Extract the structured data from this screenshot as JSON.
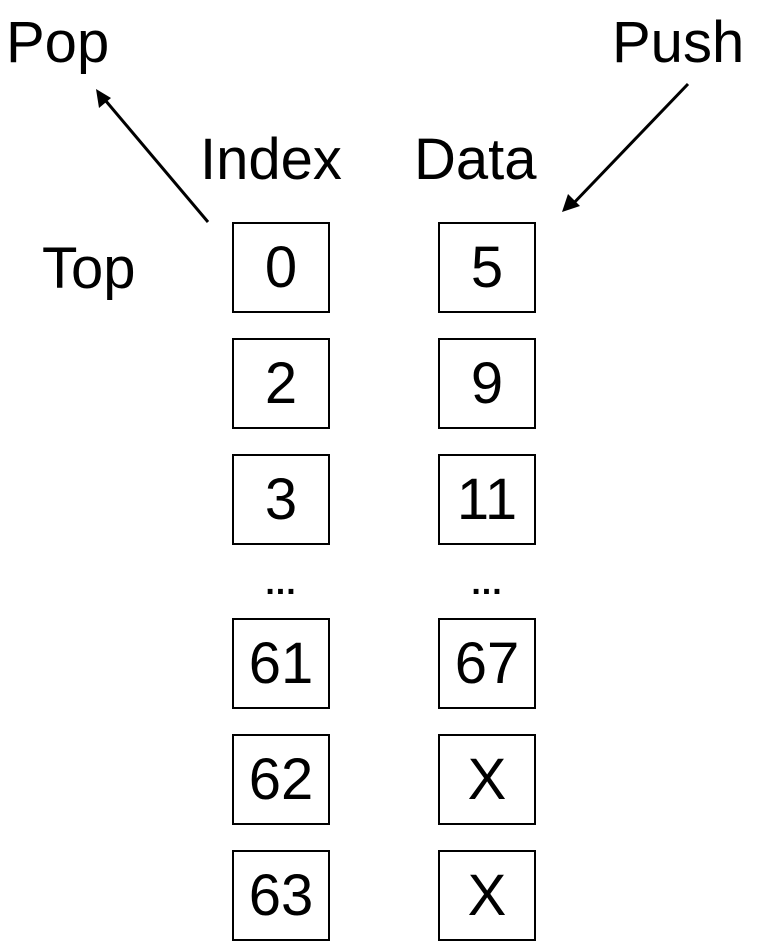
{
  "labels": {
    "pop": "Pop",
    "push": "Push",
    "index_header": "Index",
    "data_header": "Data",
    "top": "Top"
  },
  "ellipsis": "...",
  "index_cells": [
    "0",
    "2",
    "3",
    "61",
    "62",
    "63"
  ],
  "data_cells": [
    "5",
    "9",
    "11",
    "67",
    "X",
    "X"
  ],
  "colors": {
    "ink": "#000000",
    "background": "#ffffff"
  }
}
